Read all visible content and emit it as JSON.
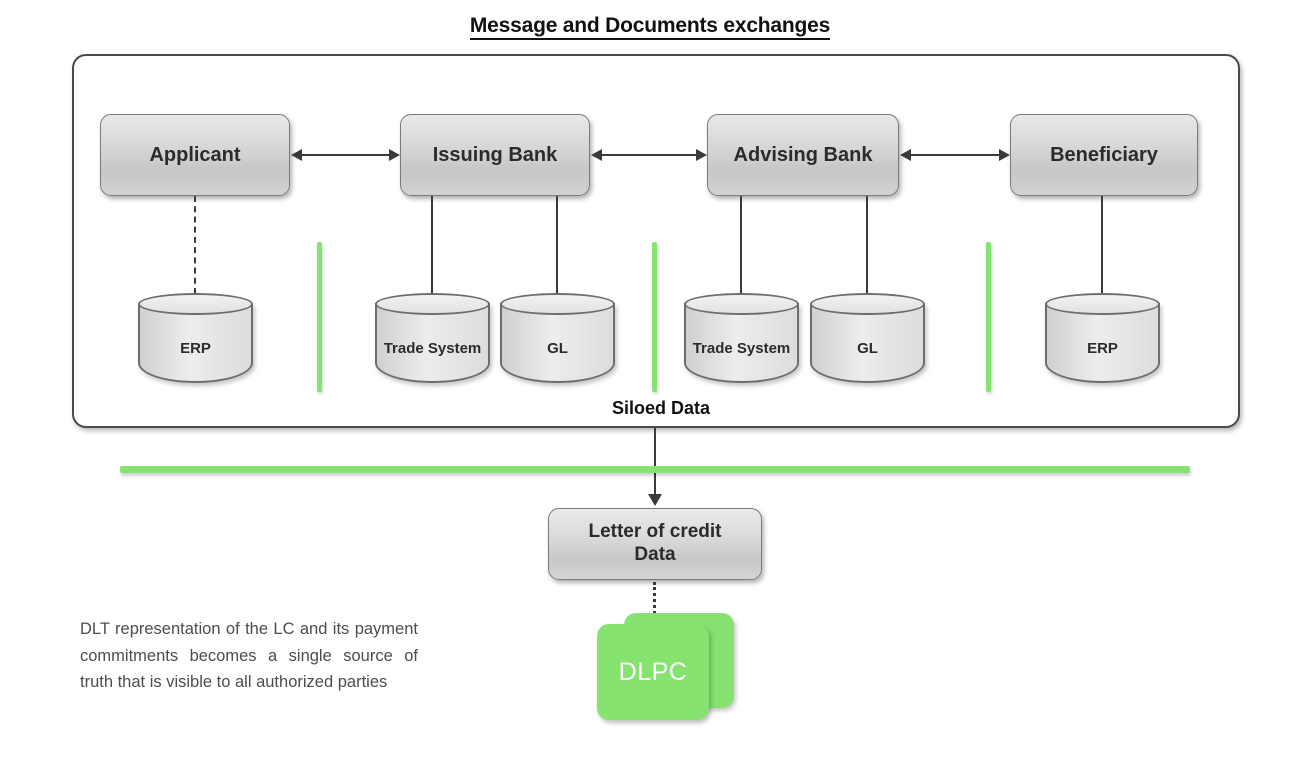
{
  "title": "Message and Documents exchanges",
  "diagram": {
    "container_label": "Siloed Data",
    "parties": [
      {
        "id": "applicant",
        "label": "Applicant"
      },
      {
        "id": "issuing-bank",
        "label": "Issuing Bank"
      },
      {
        "id": "advising-bank",
        "label": "Advising Bank"
      },
      {
        "id": "beneficiary",
        "label": "Beneficiary"
      }
    ],
    "databases": [
      {
        "id": "applicant-erp",
        "label": "ERP",
        "owner": "Applicant",
        "link": "dashed"
      },
      {
        "id": "issuing-trade",
        "label": "Trade System",
        "owner": "Issuing Bank",
        "link": "solid"
      },
      {
        "id": "issuing-gl",
        "label": "GL",
        "owner": "Issuing Bank",
        "link": "solid"
      },
      {
        "id": "advising-trade",
        "label": "Trade System",
        "owner": "Advising Bank",
        "link": "solid"
      },
      {
        "id": "advising-gl",
        "label": "GL",
        "owner": "Advising Bank",
        "link": "solid"
      },
      {
        "id": "beneficiary-erp",
        "label": "ERP",
        "owner": "Beneficiary",
        "link": "solid"
      }
    ],
    "arrows": [
      {
        "id": "applicant-issuing",
        "from": "Applicant",
        "to": "Issuing Bank",
        "direction": "both"
      },
      {
        "id": "issuing-advising",
        "from": "Issuing Bank",
        "to": "Advising Bank",
        "direction": "both"
      },
      {
        "id": "advising-beneficiary",
        "from": "Advising Bank",
        "to": "Beneficiary",
        "direction": "both"
      }
    ],
    "lc_box_label": "Letter of credit\nData",
    "lc_box_line1": "Letter of credit",
    "lc_box_line2": "Data",
    "dlpc_label": "DLPC",
    "caption": "DLT representation of the LC and its payment commitments becomes a single source of truth that is visible to all authorized parties"
  },
  "colors": {
    "green": "#86E370",
    "box_border": "#7a7a7a",
    "container_border": "#4a4a4a",
    "line": "#3a3a3a",
    "text_dark": "#2b2b2b",
    "caption_gray": "#4d4d4d"
  }
}
